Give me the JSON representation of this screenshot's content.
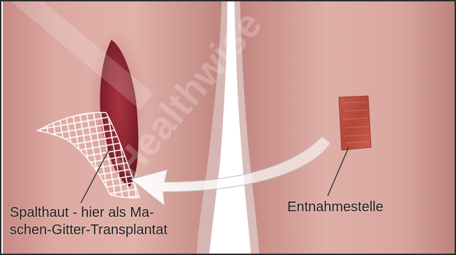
{
  "labels": {
    "graft_line1": "Spalthaut - hier als Ma-",
    "graft_line2": "schen-Gitter-Transplantat",
    "donor": "Entnahmestelle"
  },
  "watermark": "Healthwise",
  "colors": {
    "skin": "#d9a39b",
    "skin_shadow": "#b97e78",
    "wound": "#8e2632",
    "donor_site": "#b8473a",
    "background": "#ffffff",
    "frame": "#2b2b2b"
  }
}
